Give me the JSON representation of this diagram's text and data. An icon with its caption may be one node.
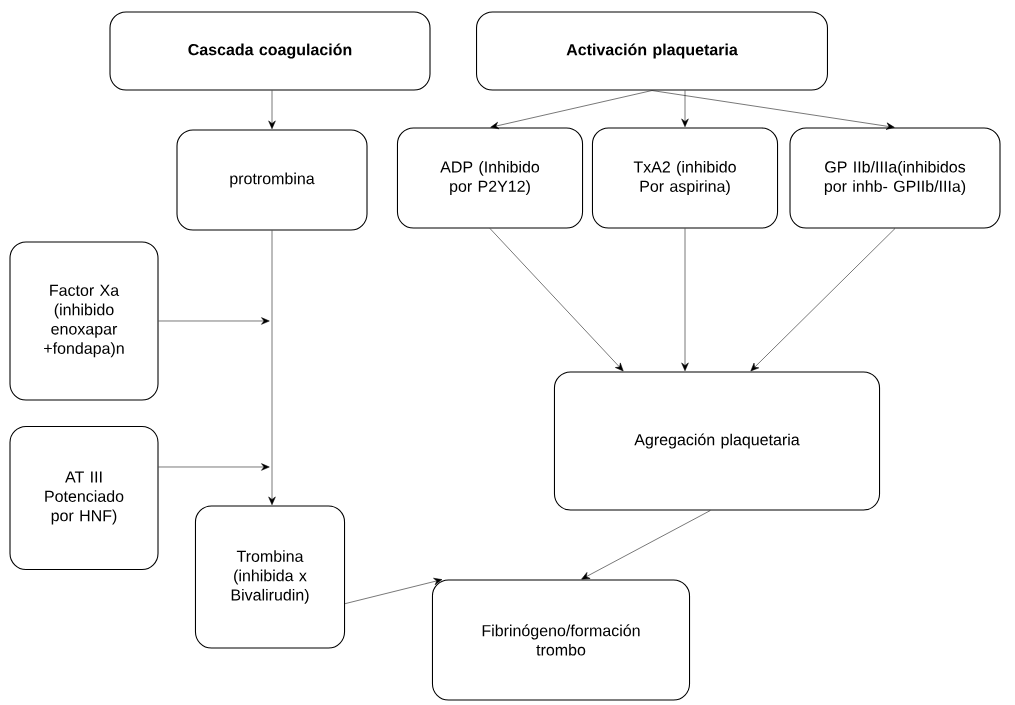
{
  "diagram": {
    "nodes": [
      {
        "text": [
          "Cascada coagulación"
        ]
      },
      {
        "text": [
          "Activación plaquetaria"
        ]
      },
      {
        "text": [
          "protrombina"
        ]
      },
      {
        "text": [
          "ADP (Inhibido por P2Y12)"
        ]
      },
      {
        "text": [
          "TxA2 (inhibido Por aspirina)"
        ]
      },
      {
        "text": [
          "GP IIb/IIIa(inhibidos por inhb- GPIIb/IIIa)"
        ]
      },
      {
        "text": [
          "Factor Xa (inhibido enoxapar +fondapa)n"
        ]
      },
      {
        "text": [
          "Agregación plaquetaria"
        ]
      },
      {
        "text": [
          "AT III Potenciado por HNF)"
        ]
      },
      {
        "text": [
          "Trombina (inhibida x Bivalirudin)"
        ]
      },
      {
        "text": [
          "Fibrinógeno/formación trombo"
        ]
      }
    ],
    "edges": [
      {
        "from": 0,
        "to": 2,
        "arrow": "to"
      },
      {
        "from": 1,
        "to": 3,
        "arrow": "to"
      },
      {
        "from": 1,
        "to": 4,
        "arrow": "to"
      },
      {
        "from": 1,
        "to": 5,
        "arrow": "to"
      },
      {
        "from": 2,
        "to": 9,
        "arrow": "to"
      },
      {
        "from": 6,
        "to": null,
        "arrow": "to"
      },
      {
        "from": 8,
        "to": null,
        "arrow": "to"
      },
      {
        "from": 3,
        "to": 7,
        "arrow": "to"
      },
      {
        "from": 4,
        "to": 7,
        "arrow": "to"
      },
      {
        "from": 5,
        "to": 7,
        "arrow": "to"
      },
      {
        "from": 9,
        "to": 10,
        "arrow": "to"
      },
      {
        "from": 7,
        "to": 10,
        "arrow": "to"
      }
    ]
  }
}
